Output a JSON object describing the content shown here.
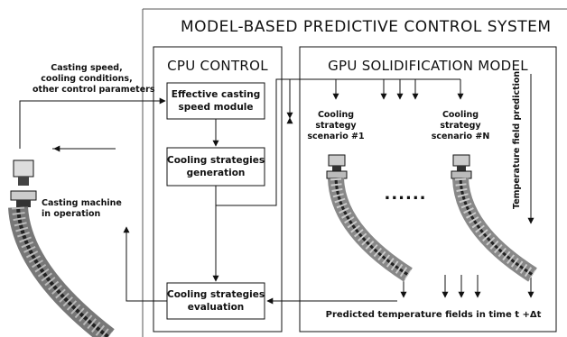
{
  "title": "MODEL-BASED PREDICTIVE CONTROL SYSTEM",
  "cpu": {
    "title": "CPU CONTROL",
    "effective_module": [
      "Effective casting",
      "speed module"
    ],
    "generation": [
      "Cooling strategies",
      "generation"
    ],
    "evaluation": [
      "Cooling strategies",
      "evaluation"
    ]
  },
  "gpu": {
    "title": "GPU SOLIDIFICATION MODEL",
    "scenario_1": [
      "Cooling",
      "strategy",
      "scenario #1"
    ],
    "scenario_n": [
      "Cooling",
      "strategy",
      "scenario #N"
    ],
    "ellipsis": "......",
    "temp_prediction": "Temperature field prediction",
    "predicted_fields": "Predicted temperature fields in time t +Δt"
  },
  "left": {
    "control_params": [
      "Casting speed,",
      "cooling conditions,",
      "other control parameters"
    ],
    "machine": [
      "Casting machine",
      "in operation"
    ]
  }
}
